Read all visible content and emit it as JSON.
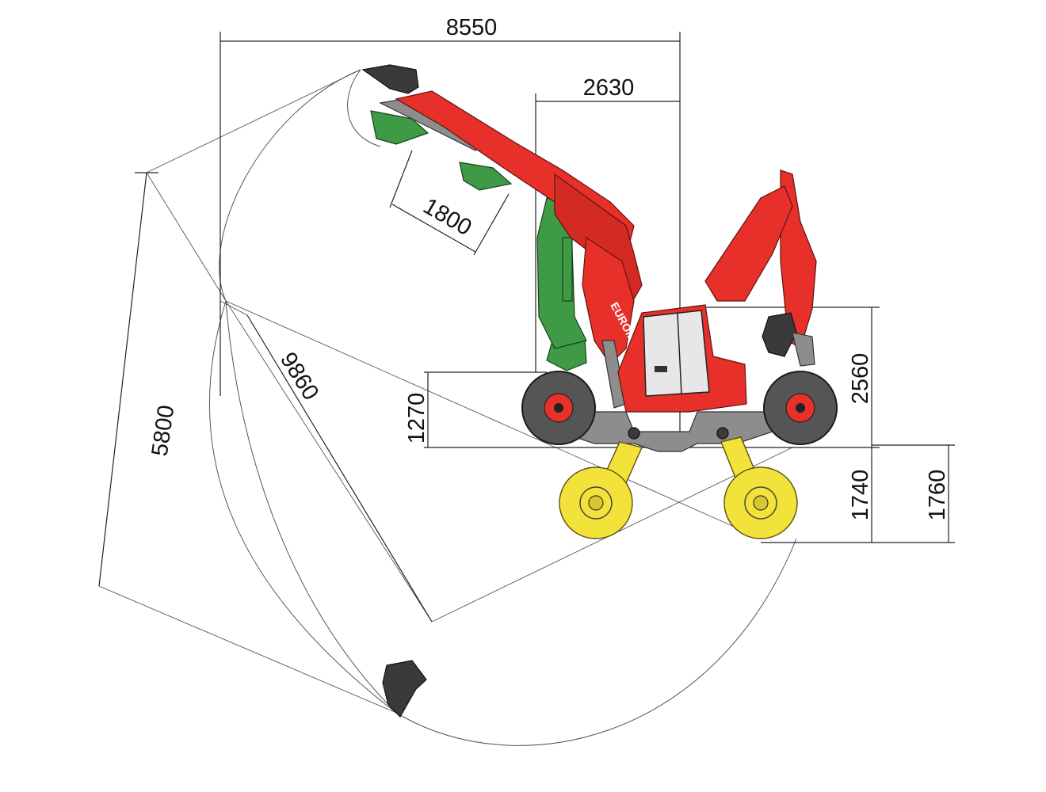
{
  "brand": "EUROMACH",
  "dimensions": {
    "d8550": "8550",
    "d2630": "2630",
    "d1800": "1800",
    "d9860": "9860",
    "d5800": "5800",
    "d1270": "1270",
    "d2560": "2560",
    "d1740": "1740",
    "d1760": "1760"
  },
  "colors": {
    "machine_body": "#e8302a",
    "bucket_green": "#3f9a45",
    "wheels_yellow": "#f2e23a",
    "undercarriage_grey": "#8d8d8d"
  }
}
